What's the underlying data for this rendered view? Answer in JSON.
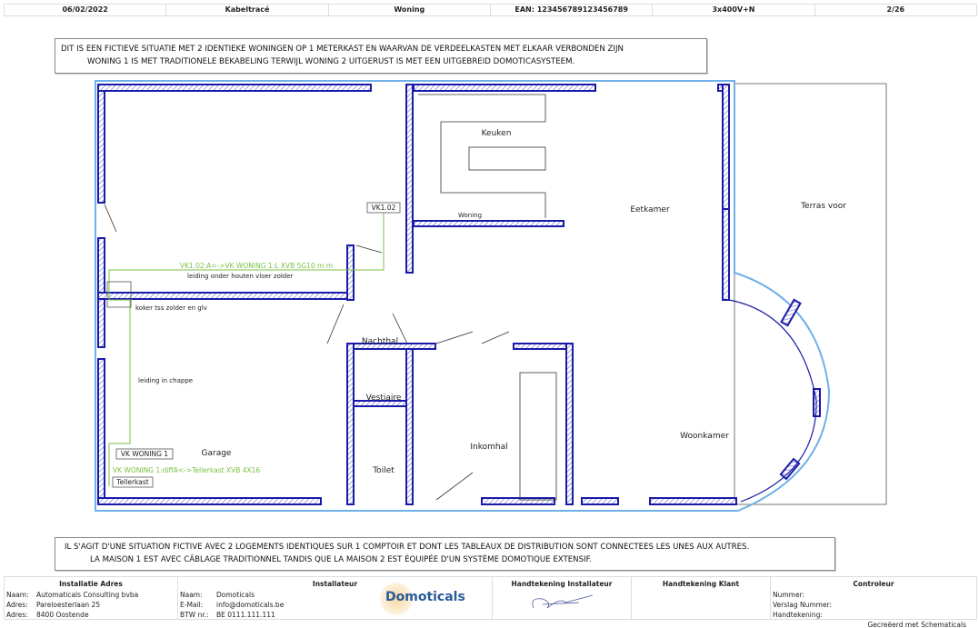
{
  "header": {
    "date": "06/02/2022",
    "title": "Kabeltracé",
    "object": "Woning",
    "ean": "EAN: 123456789123456789",
    "supply": "3x400V+N",
    "page": "2/26"
  },
  "note_top": [
    "DIT IS EEN FICTIEVE SITUATIE MET 2 IDENTIEKE WONINGEN OP 1 METERKAST EN WAARVAN DE VERDEELKASTEN MET ELKAAR VERBONDEN ZIJN",
    "WONING 1 IS MET TRADITIONELE BEKABELING TERWIJL WONING 2 UITGERUST IS MET EEN UITGEBREID DOMOTICASYSTEEM."
  ],
  "note_bottom": [
    "IL S'AGIT D'UNE SITUATION FICTIVE AVEC 2 LOGEMENTS IDENTIQUES SUR 1 COMPTOIR ET DONT LES TABLEAUX DE DISTRIBUTION SONT CONNECTEES LES UNES AUX AUTRES.",
    "LA MAISON 1 EST AVEC CÂBLAGE TRADITIONNEL TANDIS QUE LA MAISON 2 EST ÉQUIPÉE D'UN SYSTÈME DOMOTIQUE EXTENSIF."
  ],
  "plan": {
    "rooms": {
      "keuken": "Keuken",
      "woning": "Woning",
      "eetkamer": "Eetkamer",
      "terras": "Terras voor",
      "nachthal": "Nachthal",
      "vestiaire": "Vestiaire",
      "toilet": "Toilet",
      "inkomhal": "Inkomhal",
      "woonkamer": "Woonkamer",
      "garage": "Garage"
    },
    "boxes": {
      "vk102": "VK1.02",
      "vk_woning": "VK WONING 1",
      "tellerkast": "Tellerkast"
    },
    "cables": {
      "c1": "VK1.02:A<->VK WONING 1:L XVB 5G10 m m",
      "c2": "VK WONING 1:diffA<->Tellerkast XVB 4X16"
    },
    "notes": {
      "n1": "leiding onder houten vloer zolder",
      "n2": "koker tss zolder en glv",
      "n3": "leiding in chappe"
    },
    "colors": {
      "wall": "#1a1aa8",
      "outline": "#6fb0e8",
      "cable": "#7ac143"
    }
  },
  "footer": {
    "install": {
      "title": "Installatie Adres",
      "rows": [
        [
          "Naam:",
          "Automaticals Consulting bvba"
        ],
        [
          "Adres:",
          "Pareloesterlaan 25"
        ],
        [
          "Adres:",
          "8400 Oostende"
        ]
      ]
    },
    "installer": {
      "title": "Installateur",
      "rows": [
        [
          "Naam:",
          "Domoticals"
        ],
        [
          "E-Mail:",
          "info@domoticals.be"
        ],
        [
          "BTW nr.:",
          "BE 0111.111.111"
        ]
      ],
      "logo": "Domoticals"
    },
    "sig_installer": "Handtekening Installateur",
    "sig_client": "Handtekening Klant",
    "controller": {
      "title": "Controleur",
      "rows": [
        "Nummer:",
        "Verslag Nummer:",
        "Handtekening:"
      ]
    }
  },
  "credit": "Gecreëerd met Schematicals"
}
